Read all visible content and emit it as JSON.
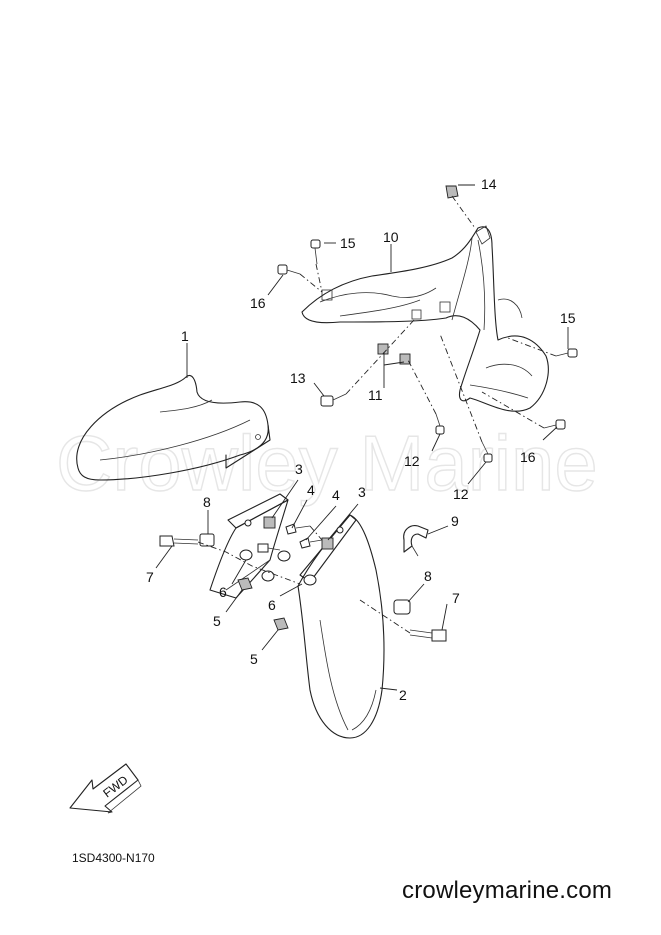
{
  "diagram": {
    "watermark": "Crowley Marine",
    "diagram_code": "1SD4300-N170",
    "website": "crowleymarine.com",
    "direction_arrow_text": "FWD",
    "callouts": [
      "1",
      "2",
      "3",
      "3",
      "4",
      "4",
      "5",
      "5",
      "6",
      "6",
      "7",
      "7",
      "8",
      "8",
      "9",
      "10",
      "11",
      "12",
      "12",
      "13",
      "14",
      "15",
      "15",
      "16",
      "16"
    ]
  }
}
